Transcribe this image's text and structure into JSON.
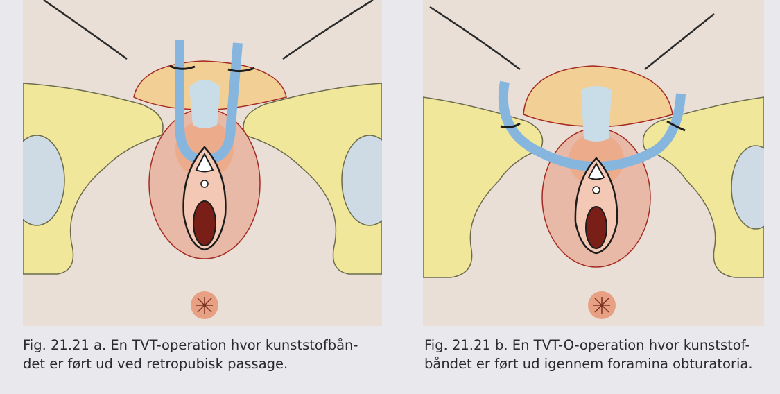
{
  "figures": [
    {
      "id": "a",
      "caption_line1": "Fig. 21.21 a. En TVT-operation hvor kunststofbån-",
      "caption_line2": "det er ført ud ved retropubisk passage."
    },
    {
      "id": "b",
      "caption_line1": "Fig. 21.21 b. En TVT-O-operation hvor kunststof-",
      "caption_line2": "båndet er ført ud igennem foramina obturatoria."
    }
  ],
  "colors": {
    "background": "#eadfd6",
    "bone": "#f0e79a",
    "bone_outline": "#4a4a3a",
    "tape": "#86b6de",
    "bladder_urethra": "#c9dde8",
    "tissue_pink": "#e7b9a6",
    "tissue_orange": "#ecac8c",
    "vaginal_wall": "#a42a22",
    "suture": "#1c1c1c"
  },
  "icons": {
    "figure_a": "tvt-retropubic-illustration",
    "figure_b": "tvt-o-transobturator-illustration"
  }
}
